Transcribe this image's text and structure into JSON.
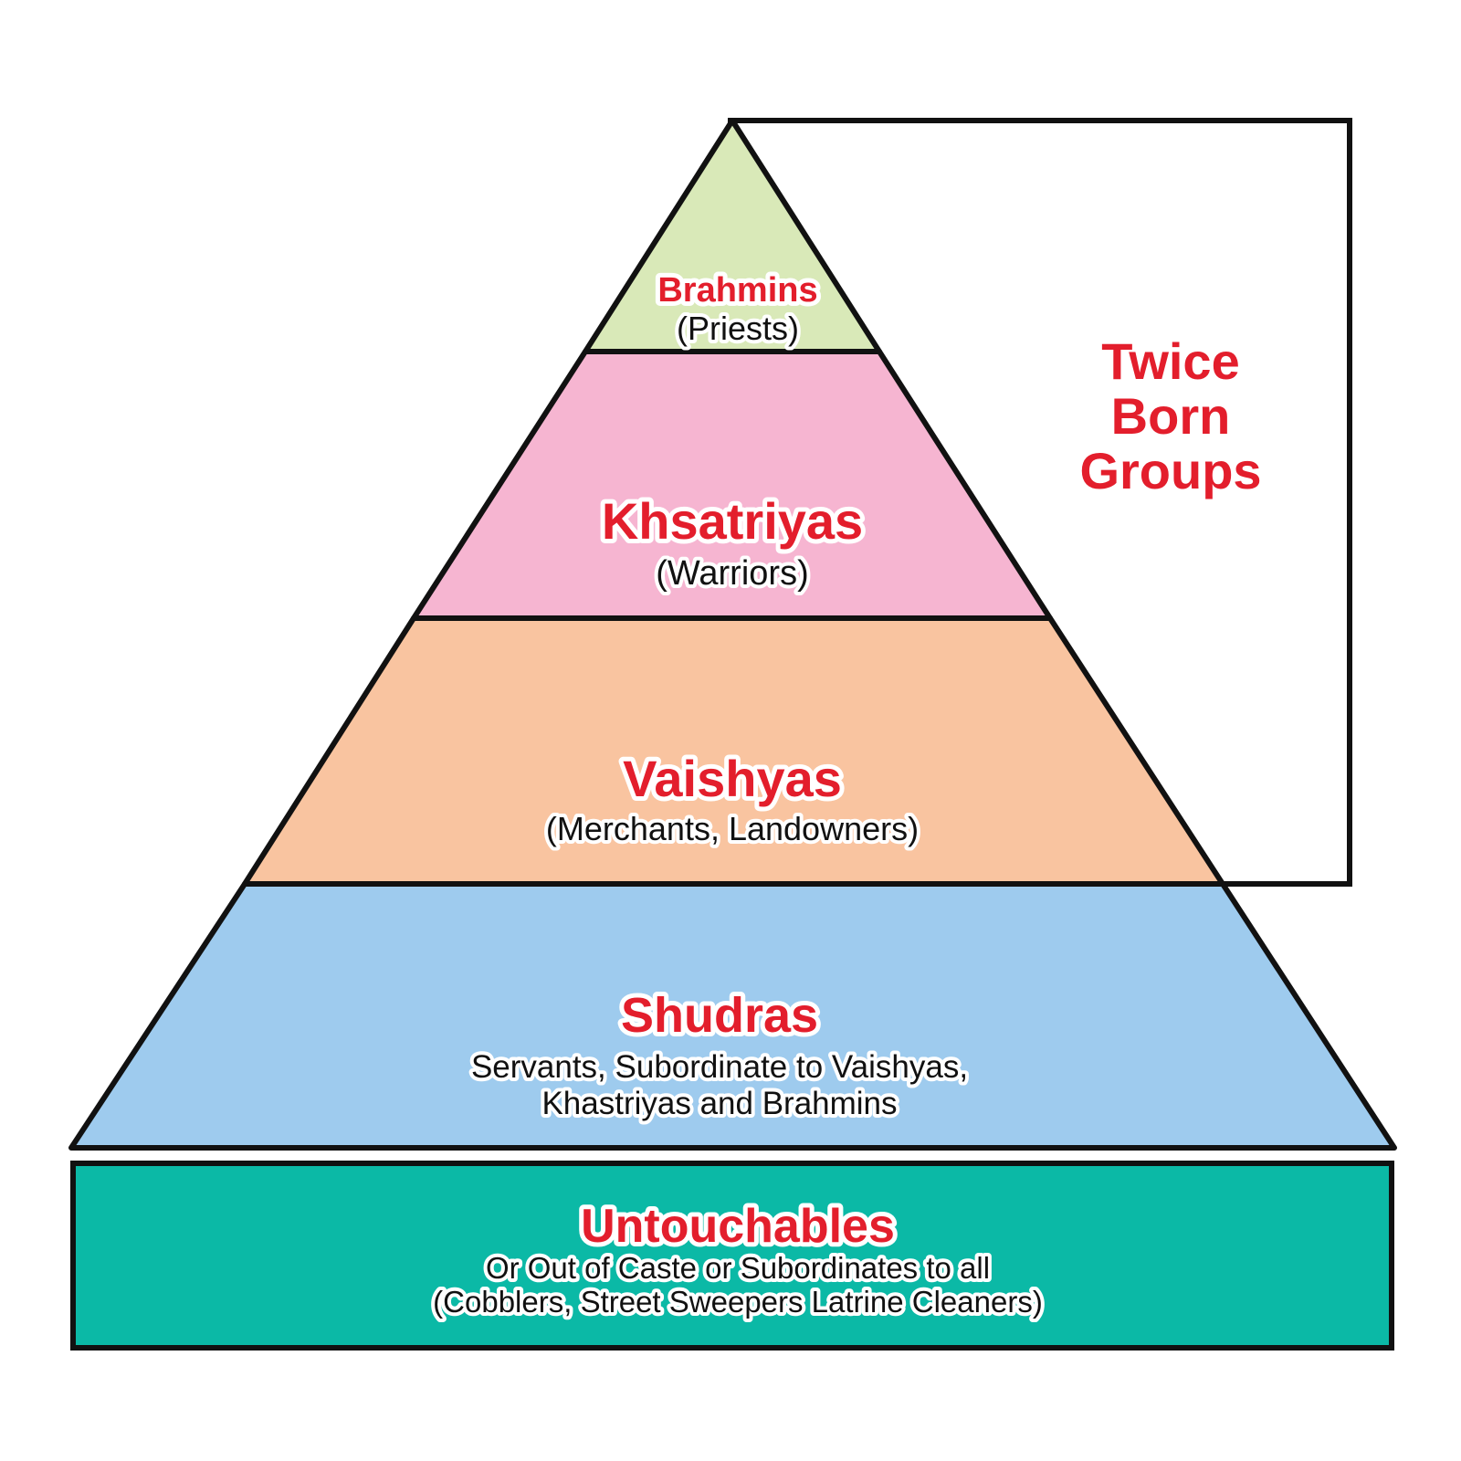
{
  "tiers": [
    {
      "id": "brahmins",
      "title": "Brahmins",
      "lines": [
        "(Priests)"
      ],
      "color": "#d9e9b8"
    },
    {
      "id": "khsatriyas",
      "title": "Khsatriyas",
      "lines": [
        "(Warriors)"
      ],
      "color": "#f6b5d1"
    },
    {
      "id": "vaishyas",
      "title": "Vaishyas",
      "lines": [
        "(Merchants, Landowners)"
      ],
      "color": "#f9c4a0"
    },
    {
      "id": "shudras",
      "title": "Shudras",
      "lines": [
        "Servants, Subordinate to Vaishyas,",
        "Khastriyas and Brahmins"
      ],
      "color": "#9ecbee"
    }
  ],
  "base": {
    "title": "Untouchables",
    "lines": [
      "Or Out of Caste or Subordinates to all",
      "(Cobblers, Street Sweepers Latrine Cleaners)"
    ],
    "color": "#0bb9a6"
  },
  "bracket": {
    "lines": [
      "Twice",
      "Born",
      "Groups"
    ]
  },
  "colors": {
    "outline": "#111111",
    "title": "#e31e2c",
    "text": "#111111"
  }
}
